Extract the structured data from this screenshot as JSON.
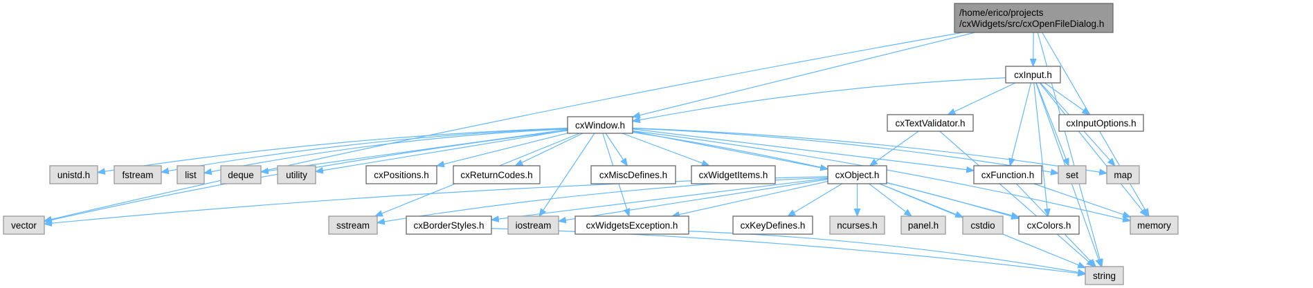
{
  "diagram": {
    "type": "include-dependency-graph",
    "colors": {
      "root_fill": "#999999",
      "root_stroke": "#666666",
      "project_fill": "#ffffff",
      "project_stroke": "#666666",
      "system_fill": "#e0e0e0",
      "system_stroke": "#999999",
      "edge": "#63b8ff"
    },
    "nodes": [
      {
        "id": "root",
        "kind": "root",
        "label": [
          "/home/erico/projects",
          "/cxWidgets/src/cxOpenFileDialog.h"
        ]
      },
      {
        "id": "cxInput",
        "kind": "project",
        "label": [
          "cxInput.h"
        ]
      },
      {
        "id": "cxWindow",
        "kind": "project",
        "label": [
          "cxWindow.h"
        ]
      },
      {
        "id": "cxTextValidator",
        "kind": "project",
        "label": [
          "cxTextValidator.h"
        ]
      },
      {
        "id": "cxInputOptions",
        "kind": "project",
        "label": [
          "cxInputOptions.h"
        ]
      },
      {
        "id": "unistd",
        "kind": "system",
        "label": [
          "unistd.h"
        ]
      },
      {
        "id": "fstream",
        "kind": "system",
        "label": [
          "fstream"
        ]
      },
      {
        "id": "list",
        "kind": "system",
        "label": [
          "list"
        ]
      },
      {
        "id": "deque",
        "kind": "system",
        "label": [
          "deque"
        ]
      },
      {
        "id": "utility",
        "kind": "system",
        "label": [
          "utility"
        ]
      },
      {
        "id": "cxPositions",
        "kind": "project",
        "label": [
          "cxPositions.h"
        ]
      },
      {
        "id": "cxReturnCodes",
        "kind": "project",
        "label": [
          "cxReturnCodes.h"
        ]
      },
      {
        "id": "cxMiscDefines",
        "kind": "project",
        "label": [
          "cxMiscDefines.h"
        ]
      },
      {
        "id": "cxWidgetItems",
        "kind": "project",
        "label": [
          "cxWidgetItems.h"
        ]
      },
      {
        "id": "cxObject",
        "kind": "project",
        "label": [
          "cxObject.h"
        ]
      },
      {
        "id": "cxFunction",
        "kind": "project",
        "label": [
          "cxFunction.h"
        ]
      },
      {
        "id": "set",
        "kind": "system",
        "label": [
          "set"
        ]
      },
      {
        "id": "map",
        "kind": "system",
        "label": [
          "map"
        ]
      },
      {
        "id": "vector",
        "kind": "system",
        "label": [
          "vector"
        ]
      },
      {
        "id": "sstream",
        "kind": "system",
        "label": [
          "sstream"
        ]
      },
      {
        "id": "cxBorderStyles",
        "kind": "project",
        "label": [
          "cxBorderStyles.h"
        ]
      },
      {
        "id": "iostream",
        "kind": "system",
        "label": [
          "iostream"
        ]
      },
      {
        "id": "cxWidgetsException",
        "kind": "project",
        "label": [
          "cxWidgetsException.h"
        ]
      },
      {
        "id": "cxKeyDefines",
        "kind": "project",
        "label": [
          "cxKeyDefines.h"
        ]
      },
      {
        "id": "ncurses",
        "kind": "system",
        "label": [
          "ncurses.h"
        ]
      },
      {
        "id": "panel",
        "kind": "system",
        "label": [
          "panel.h"
        ]
      },
      {
        "id": "cstdio",
        "kind": "system",
        "label": [
          "cstdio"
        ]
      },
      {
        "id": "cxColors",
        "kind": "project",
        "label": [
          "cxColors.h"
        ]
      },
      {
        "id": "memory",
        "kind": "system",
        "label": [
          "memory"
        ]
      },
      {
        "id": "string",
        "kind": "system",
        "label": [
          "string"
        ]
      }
    ],
    "edges": [
      [
        "root",
        "cxInput"
      ],
      [
        "root",
        "cxWindow"
      ],
      [
        "root",
        "vector"
      ],
      [
        "root",
        "memory"
      ],
      [
        "root",
        "string"
      ],
      [
        "cxInput",
        "cxWindow"
      ],
      [
        "cxInput",
        "cxTextValidator"
      ],
      [
        "cxInput",
        "cxInputOptions"
      ],
      [
        "cxInput",
        "cxFunction"
      ],
      [
        "cxInput",
        "set"
      ],
      [
        "cxInput",
        "map"
      ],
      [
        "cxInput",
        "memory"
      ],
      [
        "cxInput",
        "string"
      ],
      [
        "cxInput",
        "cxColors"
      ],
      [
        "cxWindow",
        "unistd"
      ],
      [
        "cxWindow",
        "fstream"
      ],
      [
        "cxWindow",
        "list"
      ],
      [
        "cxWindow",
        "deque"
      ],
      [
        "cxWindow",
        "utility"
      ],
      [
        "cxWindow",
        "cxPositions"
      ],
      [
        "cxWindow",
        "cxReturnCodes"
      ],
      [
        "cxWindow",
        "cxMiscDefines"
      ],
      [
        "cxWindow",
        "cxWidgetItems"
      ],
      [
        "cxWindow",
        "cxObject"
      ],
      [
        "cxWindow",
        "cxFunction"
      ],
      [
        "cxWindow",
        "set"
      ],
      [
        "cxWindow",
        "map"
      ],
      [
        "cxWindow",
        "vector"
      ],
      [
        "cxWindow",
        "sstream"
      ],
      [
        "cxWindow",
        "iostream"
      ],
      [
        "cxWindow",
        "cxWidgetsException"
      ],
      [
        "cxWindow",
        "memory"
      ],
      [
        "cxWindow",
        "cxColors"
      ],
      [
        "cxTextValidator",
        "cxObject"
      ],
      [
        "cxTextValidator",
        "string"
      ],
      [
        "cxObject",
        "vector"
      ],
      [
        "cxObject",
        "sstream"
      ],
      [
        "cxObject",
        "cxBorderStyles"
      ],
      [
        "cxObject",
        "iostream"
      ],
      [
        "cxObject",
        "cxWidgetsException"
      ],
      [
        "cxObject",
        "cxKeyDefines"
      ],
      [
        "cxObject",
        "ncurses"
      ],
      [
        "cxObject",
        "panel"
      ],
      [
        "cxObject",
        "cstdio"
      ],
      [
        "cxObject",
        "cxColors"
      ],
      [
        "cxObject",
        "string"
      ],
      [
        "cxFunction",
        "memory"
      ],
      [
        "cxFunction",
        "string"
      ],
      [
        "cxBorderStyles",
        "string"
      ],
      [
        "cxWidgetsException",
        "string"
      ]
    ]
  }
}
